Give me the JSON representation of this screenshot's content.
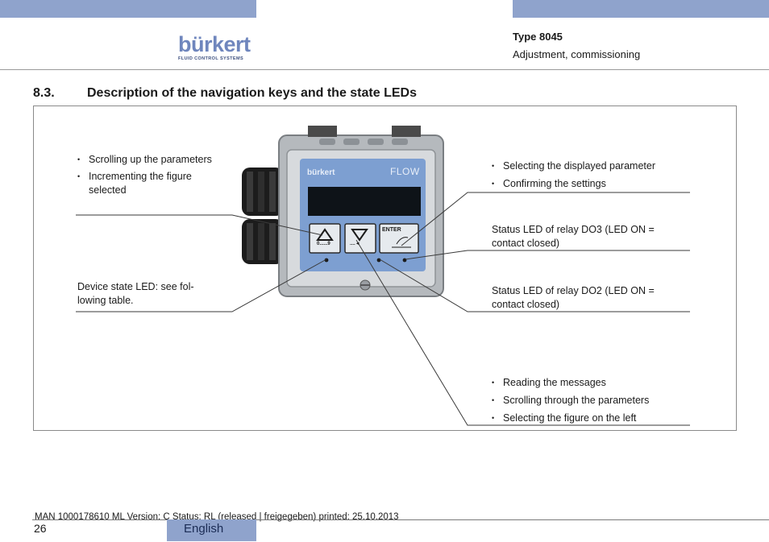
{
  "header": {
    "brand": "bürkert",
    "brand_tagline": "FLUID CONTROL SYSTEMS",
    "type": "Type 8045",
    "subtitle": "Adjustment, commissioning",
    "accent_color": "#8fa3cc"
  },
  "section": {
    "number": "8.3.",
    "title": "Description of the navigation keys and the state LEDs"
  },
  "figure": {
    "left_top_bullets": [
      "Scrolling up the parameters",
      "Incrementing the figure selected"
    ],
    "left_bottom_label": "Device state LED: see fol-lowing table.",
    "right_top_bullets": [
      "Selecting the displayed parameter",
      "Confirming the settings"
    ],
    "led_do3": "Status LED of relay DO3 (LED ON = contact closed)",
    "led_do2": "Status LED of relay DO2 (LED ON = contact closed)",
    "right_bottom_bullets": [
      "Reading the messages",
      "Scrolling through the parameters",
      "Selecting the figure on the left"
    ],
    "device": {
      "brand": "bürkert",
      "label": "FLOW",
      "key_enter": "ENTER",
      "key_up_sub": "0......9",
      "key_down_sub": "....◄"
    }
  },
  "footer": {
    "meta": "MAN  1000178610  ML  Version: C Status: RL (released | freigegeben)  printed: 25.10.2013",
    "page": "26",
    "language": "English"
  }
}
